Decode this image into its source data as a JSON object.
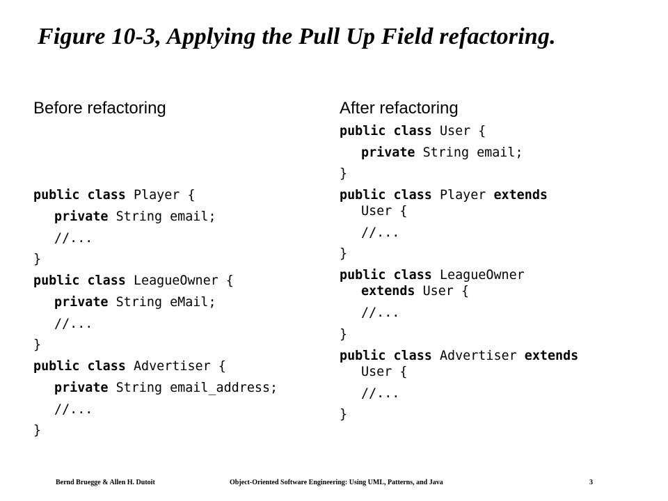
{
  "title": "Figure 10-3, Applying the Pull Up Field refactoring.",
  "before": {
    "heading": "Before refactoring",
    "lines": [
      [
        {
          "t": "public class",
          "b": true
        },
        {
          "t": " Player {"
        }
      ],
      [
        {
          "t": "private",
          "b": true
        },
        {
          "t": " String email;"
        }
      ],
      [
        {
          "t": "//..."
        }
      ],
      [
        {
          "t": "}"
        }
      ],
      [
        {
          "t": "public class",
          "b": true
        },
        {
          "t": " LeagueOwner {"
        }
      ],
      [
        {
          "t": "private",
          "b": true
        },
        {
          "t": " String eMail;"
        }
      ],
      [
        {
          "t": "//..."
        }
      ],
      [
        {
          "t": "}"
        }
      ],
      [
        {
          "t": "public class",
          "b": true
        },
        {
          "t": " Advertiser {"
        }
      ],
      [
        {
          "t": "private",
          "b": true
        },
        {
          "t": " String email_address;"
        }
      ],
      [
        {
          "t": "//..."
        }
      ],
      [
        {
          "t": "}"
        }
      ]
    ]
  },
  "after": {
    "heading": "After refactoring",
    "lines": [
      [
        {
          "t": "public class",
          "b": true
        },
        {
          "t": " User {"
        }
      ],
      [
        {
          "t": "private",
          "b": true
        },
        {
          "t": " String email;"
        }
      ],
      [
        {
          "t": "}"
        }
      ],
      [
        {
          "t": "public class",
          "b": true
        },
        {
          "t": " Player "
        },
        {
          "t": "extends",
          "b": true
        }
      ],
      [
        {
          "t": "User {"
        }
      ],
      [
        {
          "t": "//..."
        }
      ],
      [
        {
          "t": "}"
        }
      ],
      [
        {
          "t": "public class",
          "b": true
        },
        {
          "t": " LeagueOwner"
        }
      ],
      [
        {
          "t": "extends",
          "b": true
        },
        {
          "t": " User {"
        }
      ],
      [
        {
          "t": "//..."
        }
      ],
      [
        {
          "t": "}"
        }
      ],
      [
        {
          "t": "public class",
          "b": true
        },
        {
          "t": " Advertiser "
        },
        {
          "t": "extends",
          "b": true
        }
      ],
      [
        {
          "t": "User {"
        }
      ],
      [
        {
          "t": "//..."
        }
      ],
      [
        {
          "t": "}"
        }
      ]
    ]
  },
  "footer": {
    "authors": "Bernd Bruegge & Allen H. Dutoit",
    "book": "Object-Oriented Software Engineering: Using UML, Patterns, and Java",
    "page": "3"
  }
}
